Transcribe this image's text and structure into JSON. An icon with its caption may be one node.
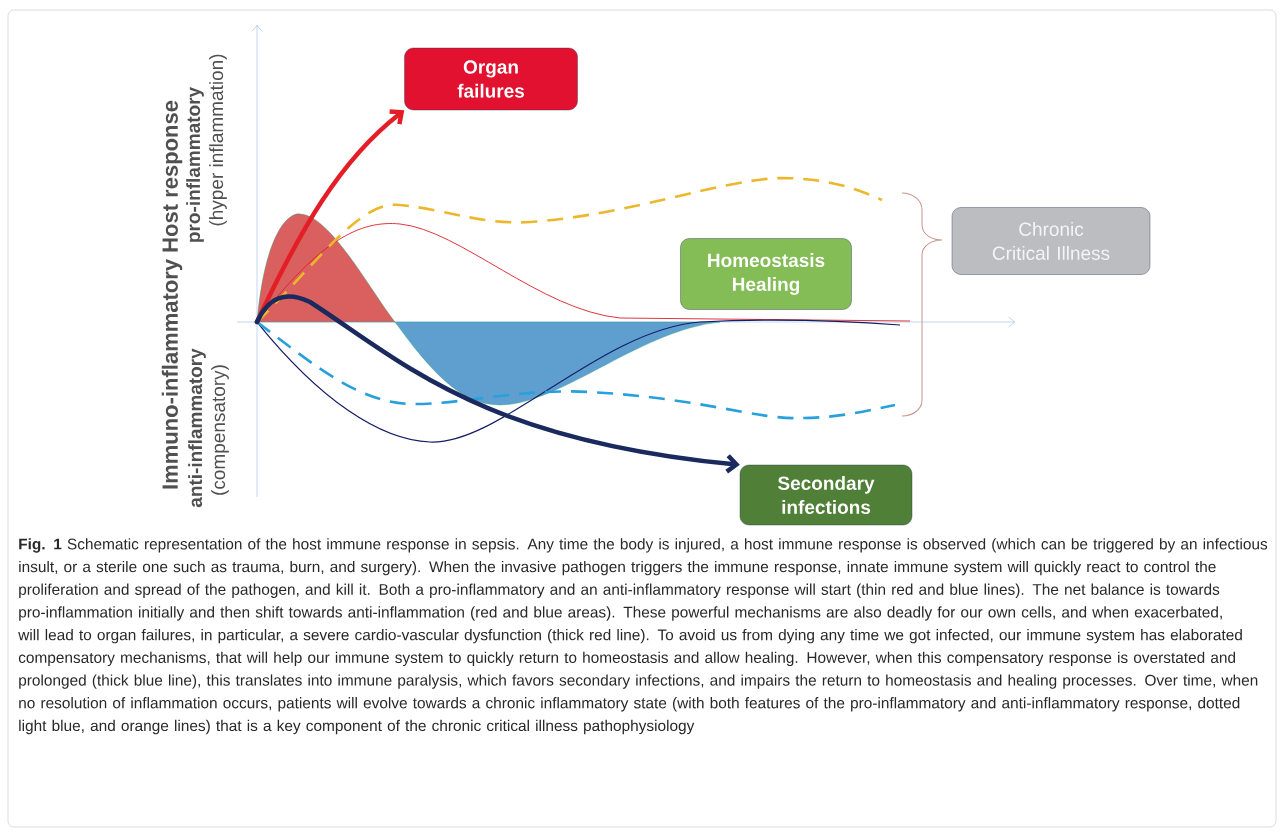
{
  "diagram": {
    "caption": "**Fig. 1** Schematic representation of the host immune response in sepsis. Any time the body is injured, a host immune response is observed (which can be triggered by an infectious insult, or a sterile one such as trauma, burn, and surgery). When the invasive pathogen triggers the immune response, innate immune system will quickly react to control the proliferation and spread of the pathogen, and kill it. Both a pro-inflammatory and an anti-inflammatory response will start (thin red and blue lines). The net balance is towards pro-inflammation initially and then shift towards anti-inflammation (red and blue areas). These powerful mechanisms are also deadly for our own cells, and when exacerbated, will lead to organ failures, in particular, a severe cardio-vascular dysfunction (thick red line). To avoid us from dying any time we got infected, our immune system has elaborated compensatory mechanisms, that will help our immune system to quickly return to homeostasis and allow healing. However, when this compensatory response is overstated and prolonged (thick blue line), this translates into immune paralysis, which favors secondary infections, and impairs the return to homeostasis and healing processes. Over time, when no resolution of inflammation occurs, patients will evolve towards a chronic inflammatory state (with both features of the pro-inflammatory and anti-inflammatory response, dotted light blue, and orange lines) that is a key component of the chronic critical illness pathophysiology",
    "nodes": [
      {
        "text": [
          "Organ failures"
        ]
      },
      {
        "text": [
          "Homeostasis Healing"
        ]
      },
      {
        "text": [
          "Chronic Critical Illness"
        ]
      },
      {
        "text": [
          "Secondary infections"
        ]
      }
    ],
    "edges": [
      {
        "from": null,
        "to": 0,
        "arrow": "to",
        "color": "#e41e26"
      },
      {
        "from": null,
        "to": 3,
        "arrow": "to",
        "color": "#1b2a5e"
      }
    ],
    "labels": [
      "Immuno-inflammatory Host response",
      "pro-inflammatory",
      "(hyper inflammation)",
      "anti-inflammatory",
      "(compensatory)"
    ]
  }
}
